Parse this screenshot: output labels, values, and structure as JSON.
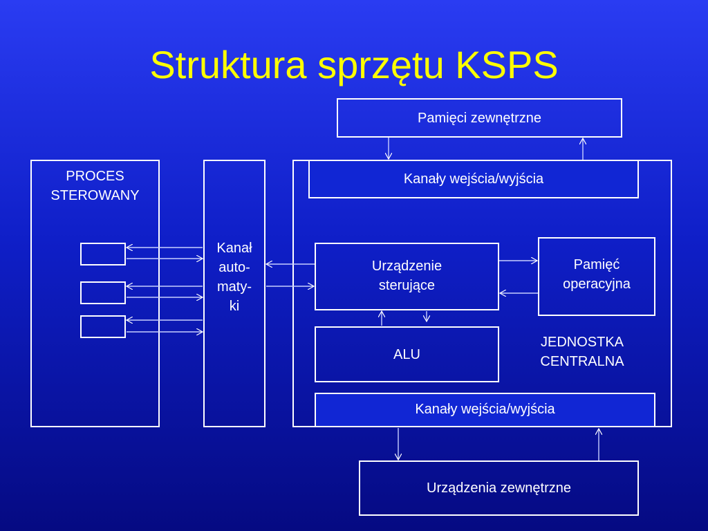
{
  "slide": {
    "title": "Struktura sprzętu KSPS",
    "background_color": "#0f1fc8",
    "title_color": "#ffff00",
    "line_color": "#ffffff"
  },
  "blocks": {
    "proces_sterowany": "PROCES\nSTEROWANY",
    "kanal_automatyki": "Kanał\nauto-\nmaty-\nki",
    "pamieci_zewnetrzne": "Pamięci zewnętrzne",
    "kanaly_we_wy_top": "Kanały wejścia/wyjścia",
    "urzadzenie_sterujace": "Urządzenie\nsterujące",
    "pamiec_operacyjna": "Pamięć\noperacyjna",
    "alu": "ALU",
    "jednostka_centralna": "JEDNOSTKA\nCENTRALNA",
    "kanaly_we_wy_bottom": "Kanały wejścia/wyjścia",
    "urzadzenia_zewnetrzne": "Urządzenia zewnętrzne"
  }
}
